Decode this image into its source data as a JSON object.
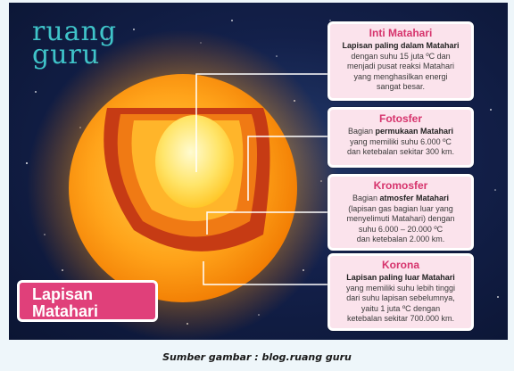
{
  "logo": {
    "line1": "ruang",
    "line2": "guru"
  },
  "badge": {
    "line1": "Lapisan",
    "line2": "Matahari"
  },
  "layers": [
    {
      "title": "Inti Matahari",
      "body": [
        {
          "b": "Lapisan paling dalam Matahari",
          "t": ""
        },
        {
          "b": "",
          "t": "dengan suhu 15 juta ºC dan"
        },
        {
          "b": "",
          "t": "menjadi pusat reaksi Matahari"
        },
        {
          "b": "",
          "t": "yang menghasilkan energi"
        },
        {
          "b": "",
          "t": "sangat besar."
        }
      ]
    },
    {
      "title": "Fotosfer",
      "body": [
        {
          "b": "",
          "t": "Bagian ",
          "b2": "permukaan Matahari"
        },
        {
          "b": "",
          "t": "yang memiliki suhu 6.000 ºC"
        },
        {
          "b": "",
          "t": "dan ketebalan sekitar 300 km."
        }
      ]
    },
    {
      "title": "Kromosfer",
      "body": [
        {
          "b": "",
          "t": "Bagian ",
          "b2": "atmosfer Matahari"
        },
        {
          "b": "",
          "t": "(lapisan gas bagian luar yang"
        },
        {
          "b": "",
          "t": "menyelimuti  Matahari) dengan"
        },
        {
          "b": "",
          "t": "suhu 6.000 – 20.000 ºC"
        },
        {
          "b": "",
          "t": "dan ketebalan 2.000 km."
        }
      ]
    },
    {
      "title": "Korona",
      "body": [
        {
          "b": "Lapisan paling luar Matahari",
          "t": ""
        },
        {
          "b": "",
          "t": "yang memiliki suhu lebih tinggi"
        },
        {
          "b": "",
          "t": "dari suhu lapisan sebelumnya,"
        },
        {
          "b": "",
          "t": "yaitu  1 juta ºC dengan"
        },
        {
          "b": "",
          "t": "ketebalan sekitar 700.000 km."
        }
      ]
    }
  ],
  "caption": "Sumber gambar : blog.ruang guru",
  "colors": {
    "title": "#d6336c",
    "card_bg": "#fbe3ec",
    "badge_bg": "#e0407a",
    "teal": "#3fc4c9"
  }
}
